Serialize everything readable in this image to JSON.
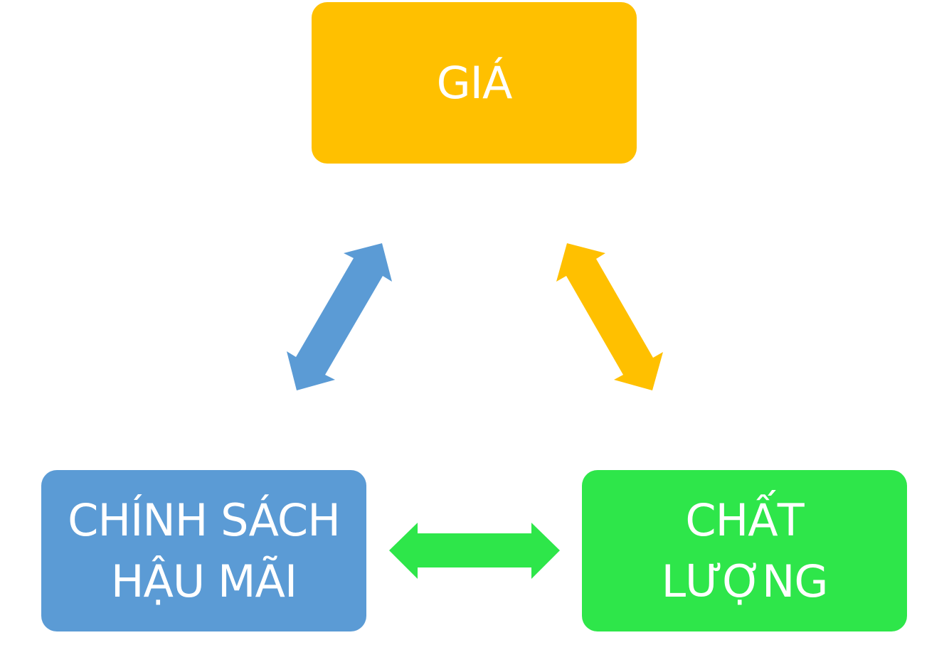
{
  "nodes": {
    "price": {
      "label": "GIÁ",
      "color": "#FFC000"
    },
    "policy": {
      "label": "CHÍNH SÁCH\nHẬU MÃI",
      "color": "#5B9BD5"
    },
    "quality": {
      "label": "CHẤT\nLƯỢNG",
      "color": "#2EE64A"
    }
  },
  "connectors": [
    {
      "from": "policy",
      "to": "price",
      "style": "double-arrow",
      "color": "#5B9BD5"
    },
    {
      "from": "price",
      "to": "quality",
      "style": "double-arrow",
      "color": "#FFC000"
    },
    {
      "from": "policy",
      "to": "quality",
      "style": "double-arrow",
      "color": "#2EE64A"
    }
  ]
}
